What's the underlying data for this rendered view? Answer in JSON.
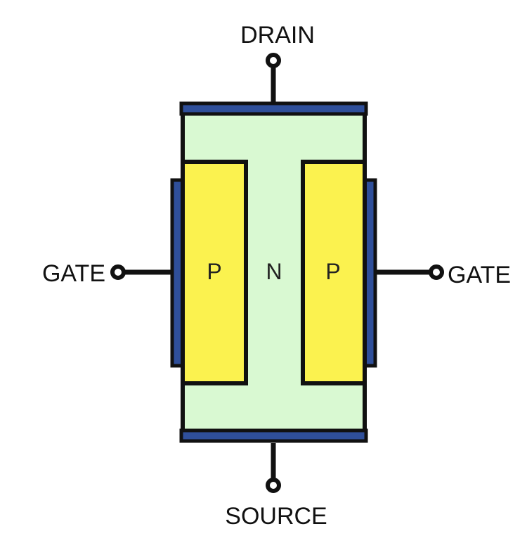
{
  "terminals": {
    "drain": "DRAIN",
    "source": "SOURCE",
    "gate_left": "GATE",
    "gate_right": "GATE"
  },
  "regions": {
    "left": "P",
    "channel": "N",
    "right": "P"
  },
  "colors": {
    "channel_fill": "#d9f9d2",
    "p_fill": "#fbf24f",
    "contact_fill": "#2f4f9a",
    "outline": "#111111"
  }
}
